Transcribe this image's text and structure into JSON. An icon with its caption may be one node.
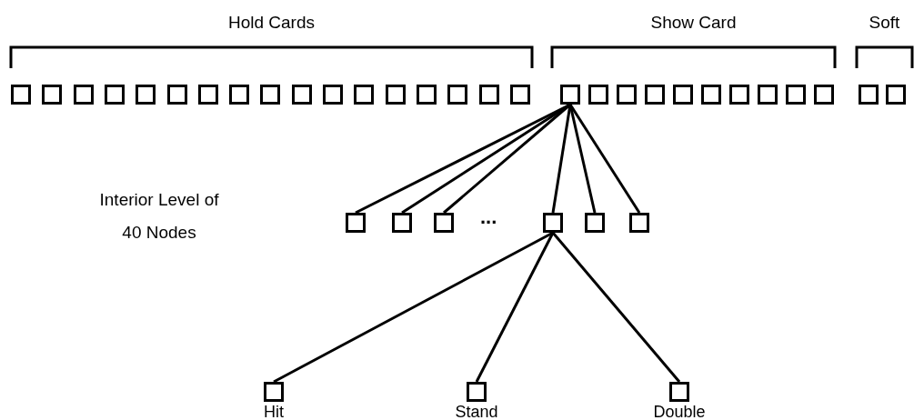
{
  "diagram": {
    "nodes": [
      {
        "text": [],
        "shape": "box"
      },
      {
        "text": [],
        "shape": "box"
      },
      {
        "text": [],
        "shape": "box"
      },
      {
        "text": [],
        "shape": "box"
      },
      {
        "text": [],
        "shape": "box"
      },
      {
        "text": [],
        "shape": "box"
      },
      {
        "text": [],
        "shape": "box"
      },
      {
        "text": [],
        "shape": "box"
      },
      {
        "text": [],
        "shape": "box"
      },
      {
        "text": [],
        "shape": "box"
      },
      {
        "text": [],
        "shape": "box"
      },
      {
        "text": [],
        "shape": "box"
      },
      {
        "text": [],
        "shape": "box"
      },
      {
        "text": [],
        "shape": "box"
      },
      {
        "text": [],
        "shape": "box"
      },
      {
        "text": [],
        "shape": "box"
      },
      {
        "text": [],
        "shape": "box"
      },
      {
        "text": [],
        "shape": "box"
      },
      {
        "text": [],
        "shape": "box"
      },
      {
        "text": [],
        "shape": "box"
      },
      {
        "text": [],
        "shape": "box"
      },
      {
        "text": [],
        "shape": "box"
      },
      {
        "text": [],
        "shape": "box"
      },
      {
        "text": [],
        "shape": "box"
      },
      {
        "text": [],
        "shape": "box"
      },
      {
        "text": [],
        "shape": "box"
      },
      {
        "text": [],
        "shape": "box"
      },
      {
        "text": [],
        "shape": "box"
      },
      {
        "text": [],
        "shape": "box"
      },
      {
        "text": [],
        "shape": "box"
      },
      {
        "text": [],
        "shape": "box"
      },
      {
        "text": [],
        "shape": "box"
      },
      {
        "text": [],
        "shape": "box"
      },
      {
        "text": [],
        "shape": "box"
      },
      {
        "text": [],
        "shape": "box"
      },
      {
        "text": [
          "Hit"
        ]
      },
      {
        "text": [
          "Stand"
        ]
      },
      {
        "text": [
          "Double"
        ]
      }
    ],
    "edges": [
      {
        "from": 17,
        "to": 29,
        "arrow": "none"
      },
      {
        "from": 17,
        "to": 30,
        "arrow": "none"
      },
      {
        "from": 17,
        "to": 31,
        "arrow": "none"
      },
      {
        "from": 17,
        "to": 32,
        "arrow": "none"
      },
      {
        "from": 17,
        "to": 33,
        "arrow": "none"
      },
      {
        "from": 17,
        "to": 34,
        "arrow": "none"
      },
      {
        "from": 32,
        "to": 35,
        "arrow": "none"
      },
      {
        "from": 32,
        "to": 36,
        "arrow": "none"
      },
      {
        "from": 32,
        "to": 37,
        "arrow": "none"
      }
    ],
    "labels": [
      "Hold Cards",
      "Show Card",
      "Soft",
      "Interior Level of 40 Nodes",
      "..."
    ]
  }
}
